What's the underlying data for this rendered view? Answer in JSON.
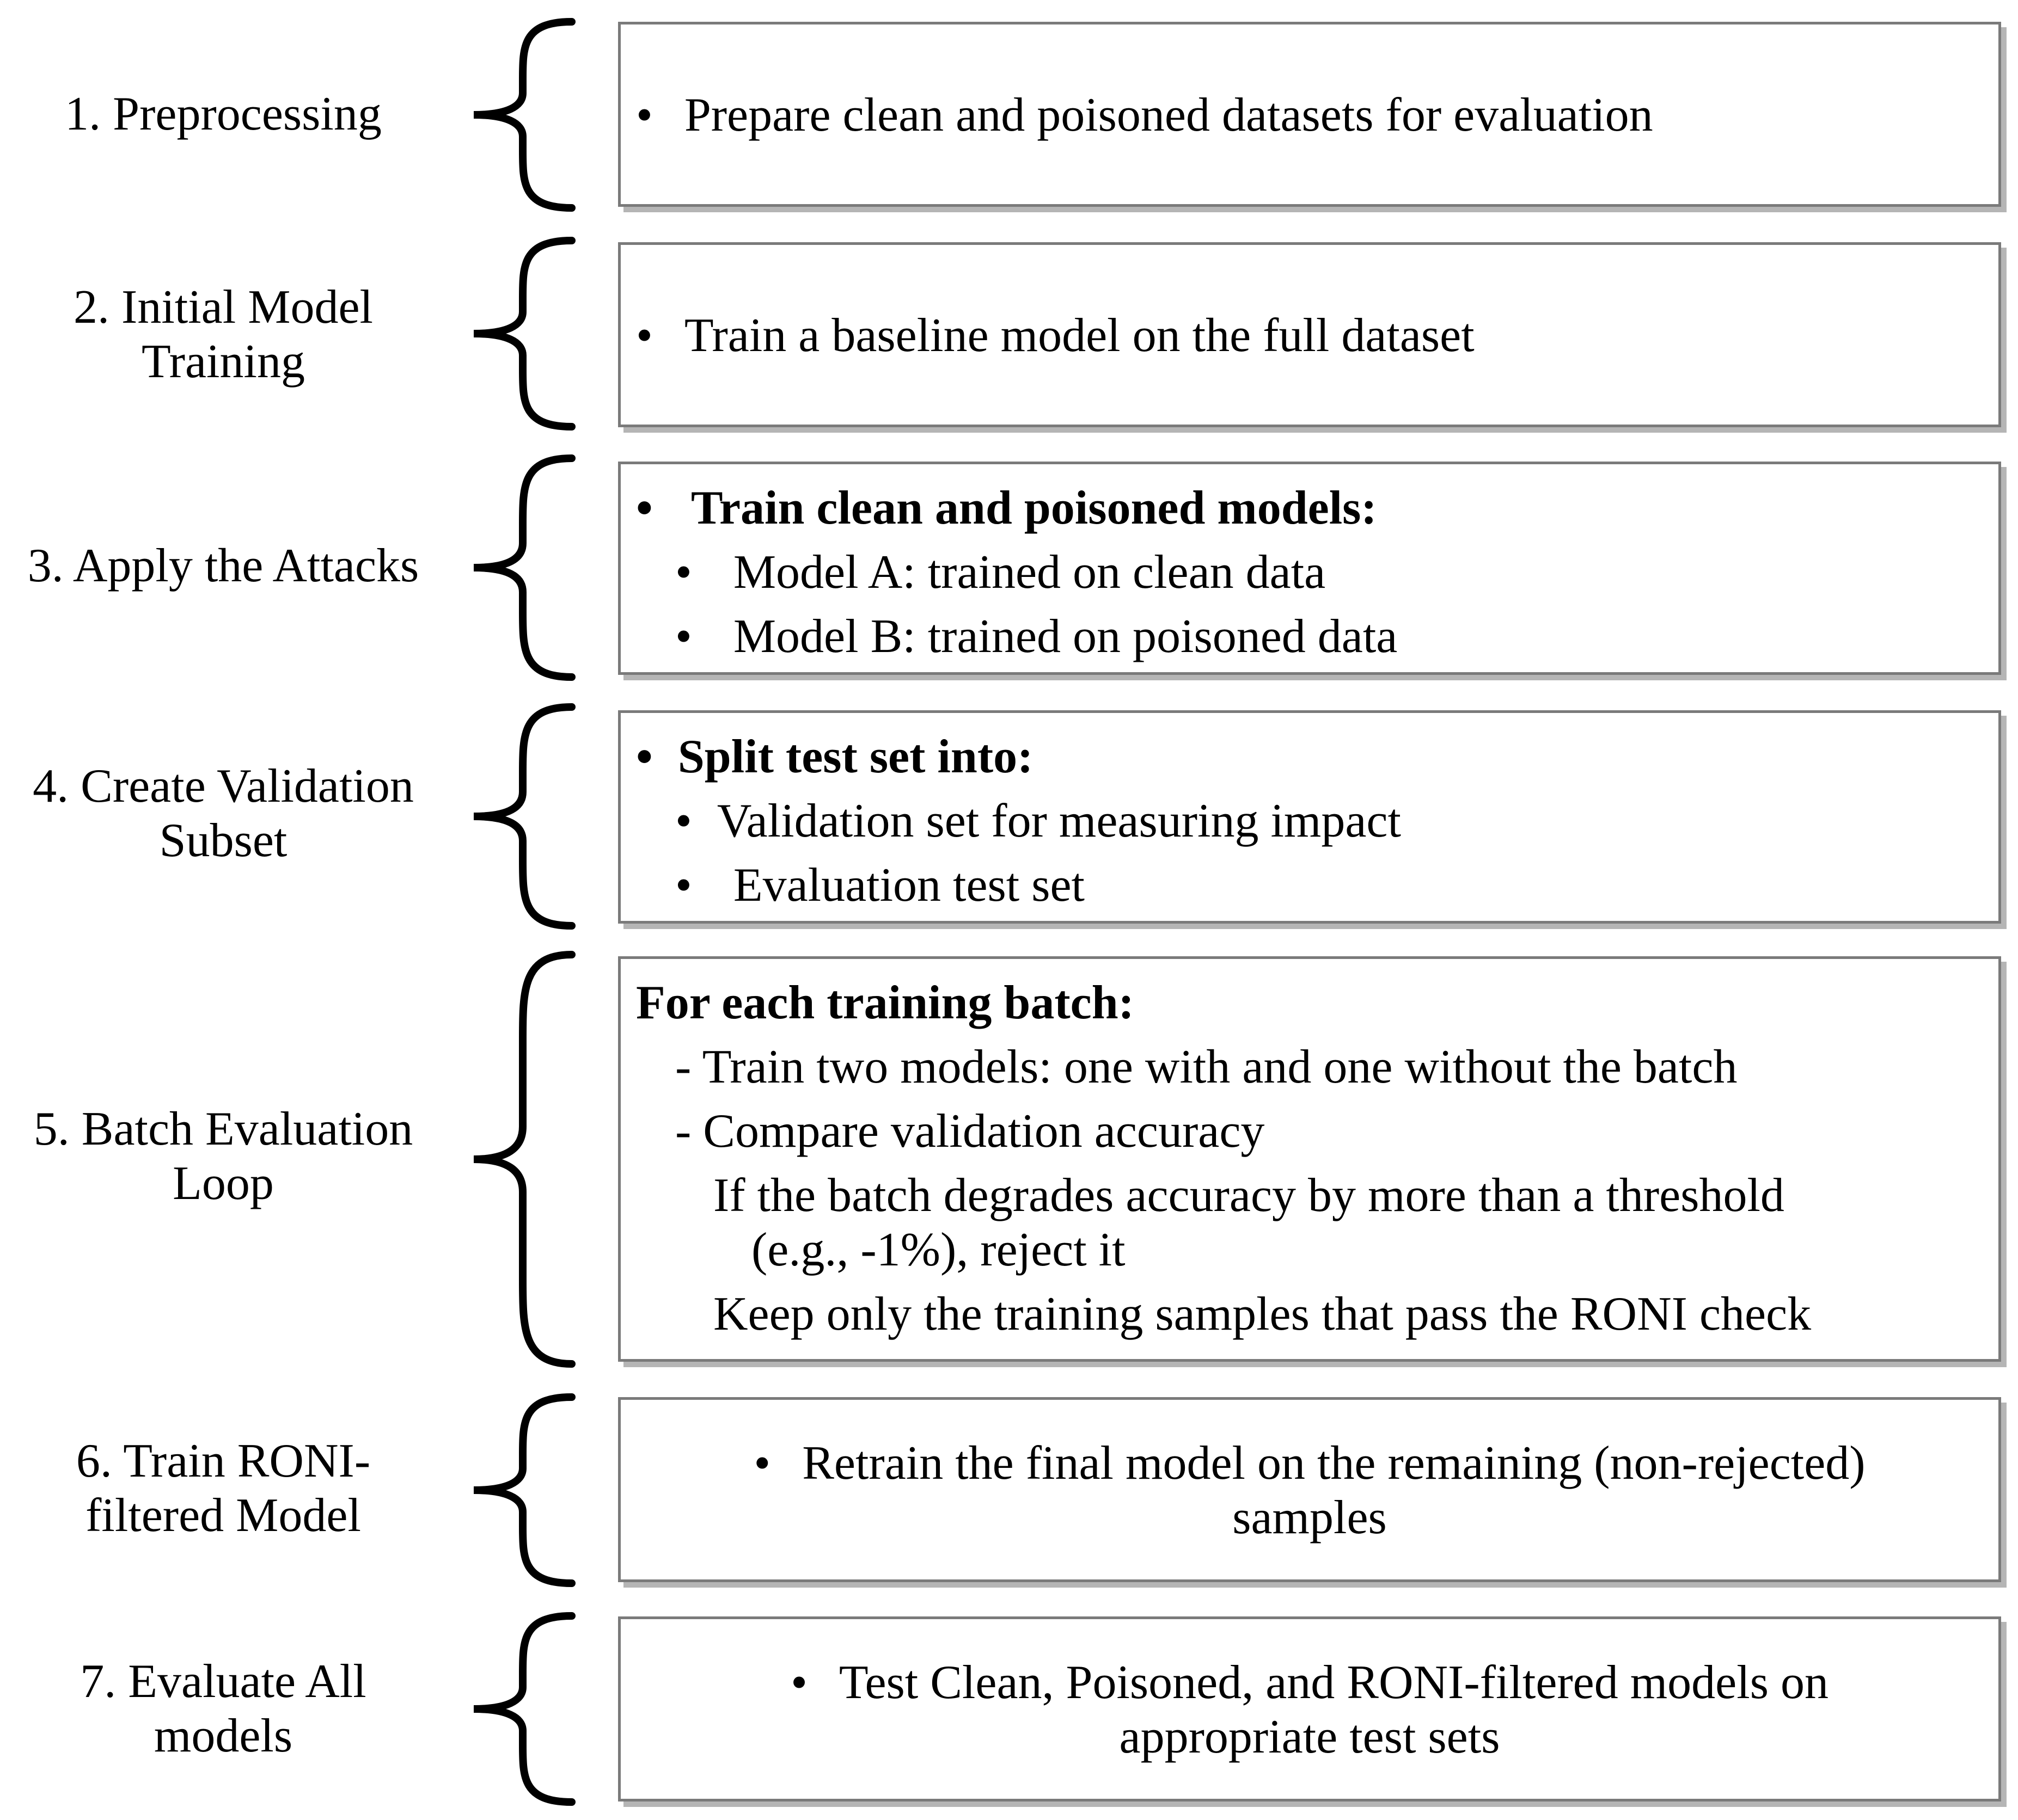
{
  "steps": [
    {
      "label": [
        "1. Preprocessing"
      ],
      "lines": [
        "Prepare clean and poisoned datasets for evaluation"
      ]
    },
    {
      "label": [
        "2. Initial Model",
        "Training"
      ],
      "lines": [
        "Train a baseline model on the full dataset"
      ]
    },
    {
      "label": [
        "3. Apply the Attacks"
      ],
      "lines": [
        "Train clean and poisoned models:",
        "Model A: trained on clean data",
        "Model B: trained on poisoned data"
      ]
    },
    {
      "label": [
        "4. Create Validation",
        "Subset"
      ],
      "lines": [
        "Split test set into:",
        "Validation set for measuring impact",
        "Evaluation test set"
      ]
    },
    {
      "label": [
        "5. Batch Evaluation",
        "Loop"
      ],
      "lines": [
        "For each training batch:",
        "- Train two models: one with and one without the batch",
        "- Compare validation accuracy",
        "If the batch degrades accuracy by more than a threshold",
        "(e.g., -1%), reject it",
        "Keep only the training samples that pass the RONI check"
      ]
    },
    {
      "label": [
        "6. Train RONI-",
        "filtered Model"
      ],
      "lines": [
        "Retrain the final model on the remaining (non-rejected)",
        "samples"
      ]
    },
    {
      "label": [
        "7. Evaluate All",
        "models"
      ],
      "lines": [
        "Test Clean, Poisoned, and RONI-filtered models on",
        "appropriate test sets"
      ]
    }
  ],
  "bullet_symbol": "•",
  "colors": {
    "box_border": "#7a7a7a",
    "box_shadow": "#b5b5b5",
    "text": "#000000"
  }
}
